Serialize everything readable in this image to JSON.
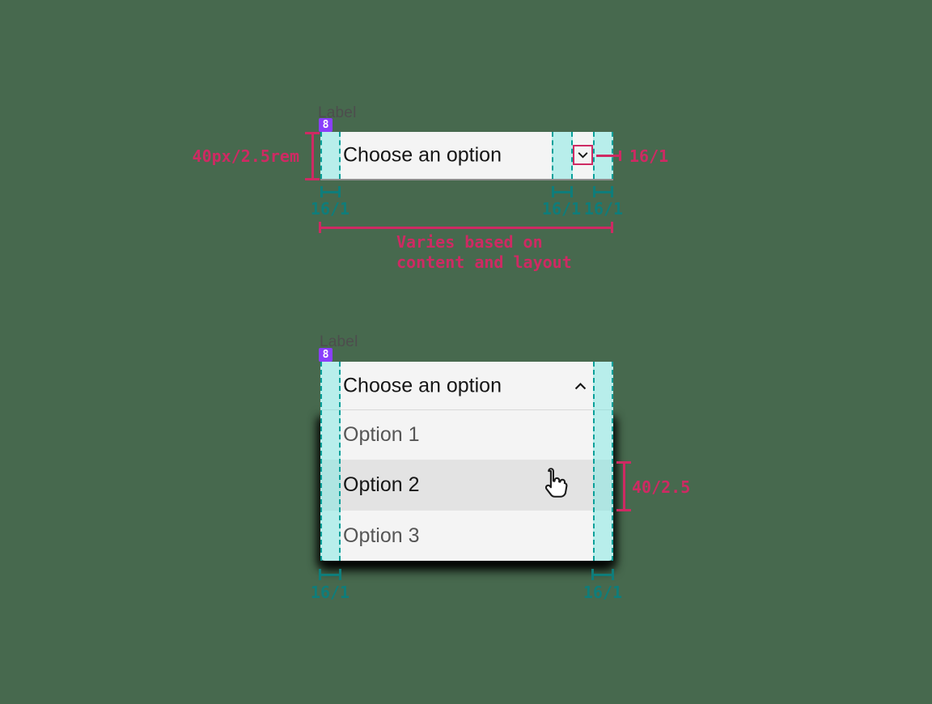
{
  "colors": {
    "background": "#47694e",
    "annotation_pink": "#ce2a63",
    "annotation_teal": "#0f7d7a",
    "band_fill": "#b8eeeb",
    "band_dash": "#0aa09a",
    "badge_purple": "#8a3ffc",
    "field_bg": "#f4f4f4",
    "field_border": "#8d8d8d",
    "highlight_row_bg": "#e3e3e3",
    "text_primary": "#161616",
    "text_secondary": "#565656"
  },
  "closed_dropdown": {
    "label": "Label",
    "badge": "8",
    "value": "Choose an option",
    "annotations": {
      "height": "40px/2.5rem",
      "chevron_size": "16/1",
      "left_padding": "16/1",
      "inner_right_padding": "16/1",
      "right_padding": "16/1",
      "width_note_line1": "Varies based on",
      "width_note_line2": "content and layout"
    }
  },
  "open_dropdown": {
    "label": "Label",
    "badge": "8",
    "value": "Choose an option",
    "options": [
      "Option 1",
      "Option 2",
      "Option 3"
    ],
    "highlighted_option": "Option 2",
    "annotations": {
      "row_height": "40/2.5",
      "left_padding": "16/1",
      "right_padding": "16/1"
    }
  }
}
